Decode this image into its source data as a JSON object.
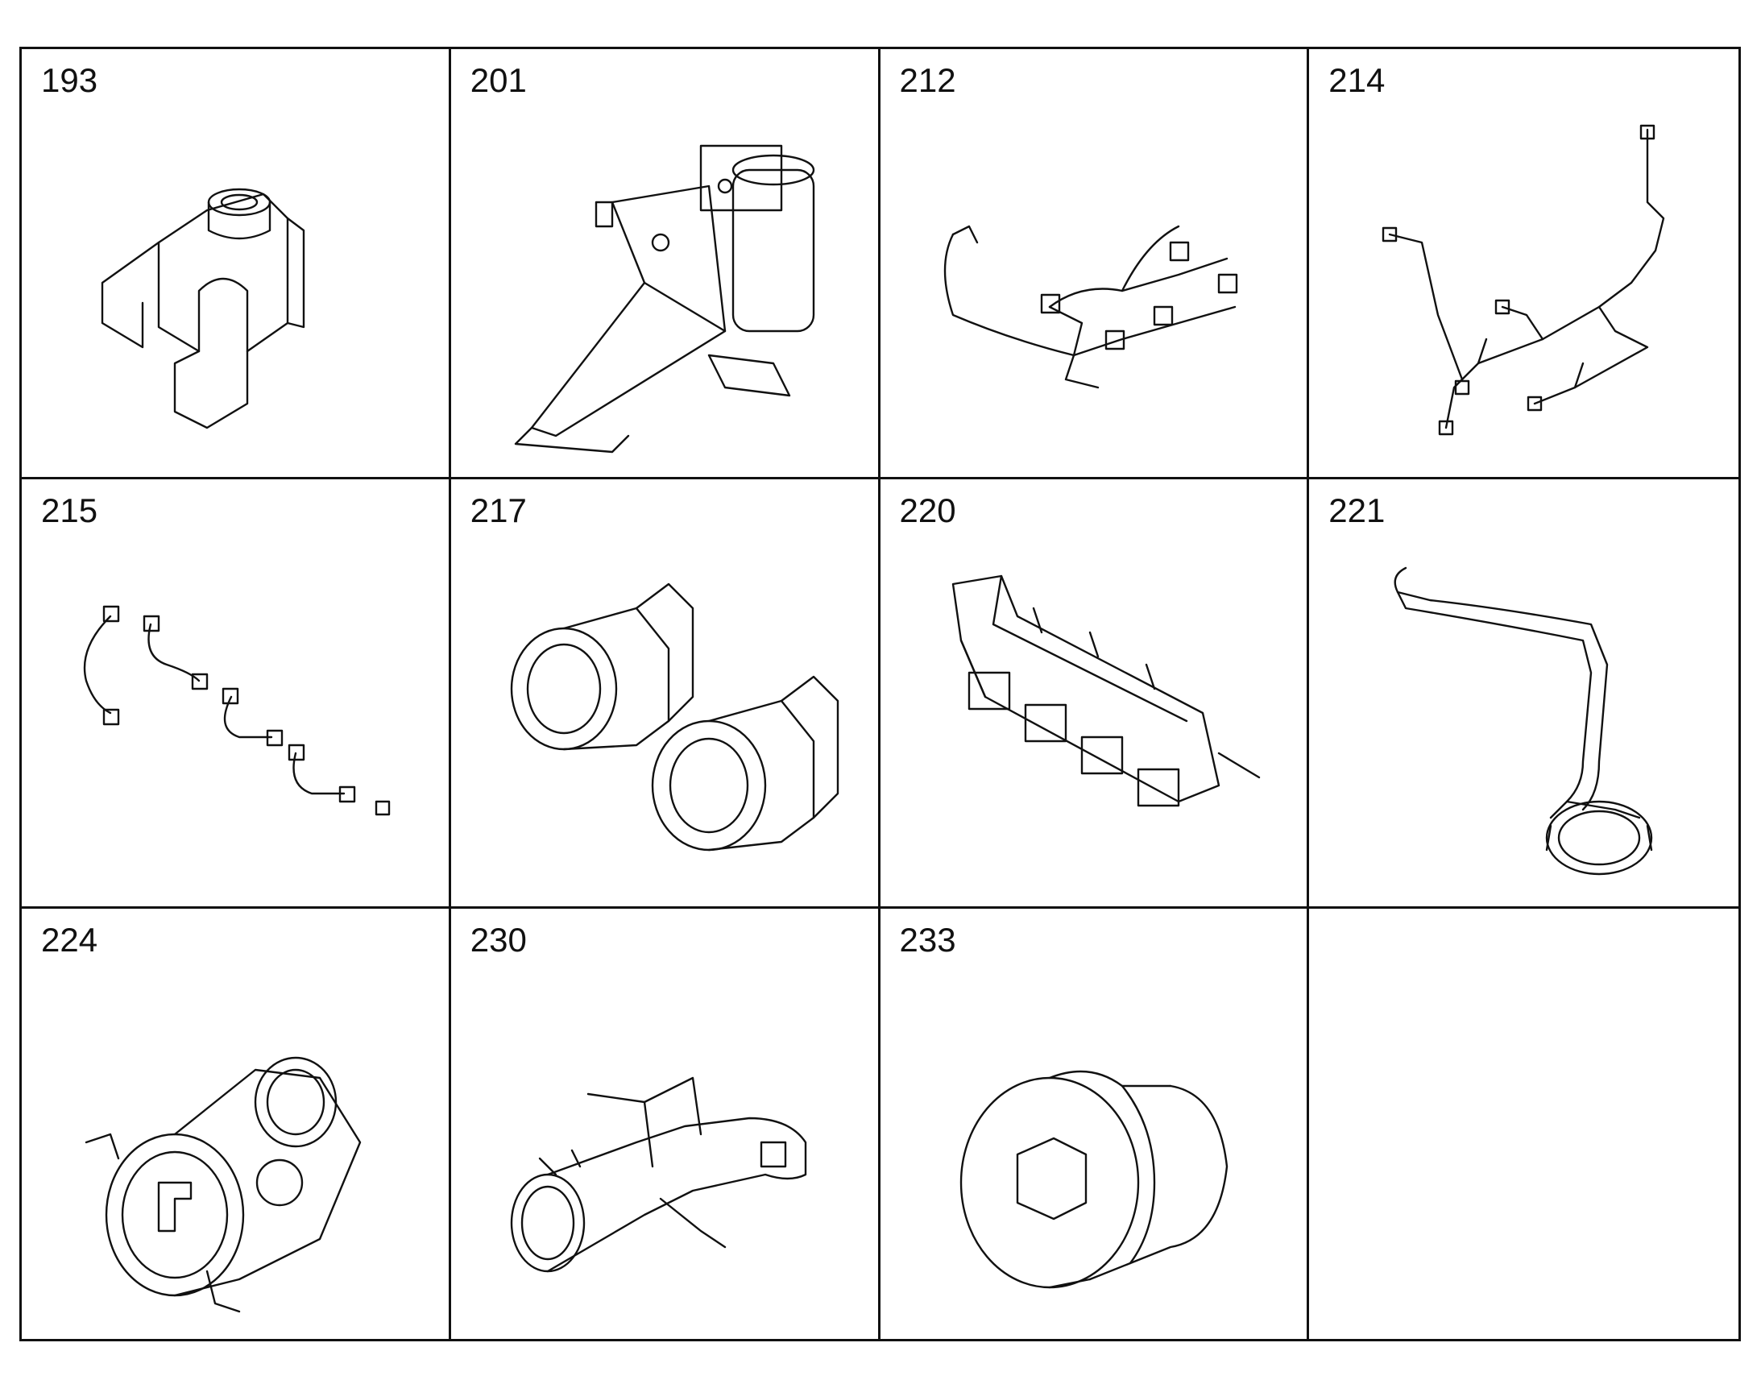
{
  "parts": [
    {
      "number": "193",
      "icon": "yoke-flange-icon"
    },
    {
      "number": "201",
      "icon": "fuel-filter-bracket-icon"
    },
    {
      "number": "212",
      "icon": "wiring-harness-icon"
    },
    {
      "number": "214",
      "icon": "sensor-harness-icon"
    },
    {
      "number": "215",
      "icon": "injector-lines-icon"
    },
    {
      "number": "217",
      "icon": "pipe-fittings-icon"
    },
    {
      "number": "220",
      "icon": "intake-manifold-icon"
    },
    {
      "number": "221",
      "icon": "coolant-pipe-icon"
    },
    {
      "number": "224",
      "icon": "turbocharger-icon"
    },
    {
      "number": "230",
      "icon": "egr-pipe-icon"
    },
    {
      "number": "233",
      "icon": "hex-plug-icon"
    },
    {
      "number": "",
      "icon": ""
    }
  ]
}
